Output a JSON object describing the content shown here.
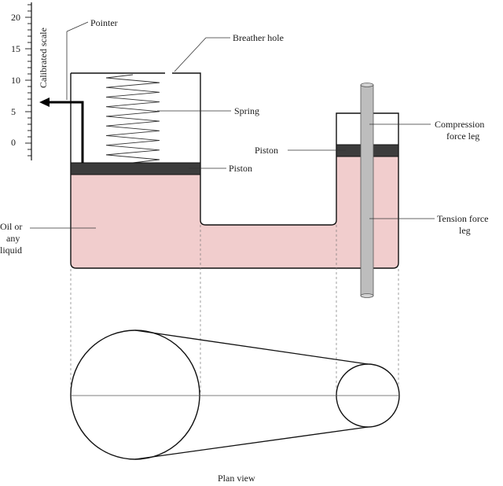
{
  "colors": {
    "liquid": "#f1cdcd",
    "piston": "#3c3c3c",
    "rod": "#bdbdbd",
    "outline": "#111111"
  },
  "scale": {
    "title": "Calibrated scale",
    "ticks": [
      "20",
      "15",
      "10",
      "5",
      "0"
    ]
  },
  "labels": {
    "pointer": "Pointer",
    "breather_hole": "Breather hole",
    "spring": "Spring",
    "piston_left": "Piston",
    "piston_right": "Piston",
    "compression_1": "Compression",
    "compression_2": "force leg",
    "tension_1": "Tension force",
    "tension_2": "leg",
    "liquid_1": "Oil or",
    "liquid_2": "any",
    "liquid_3": "liquid",
    "plan_view": "Plan view"
  }
}
